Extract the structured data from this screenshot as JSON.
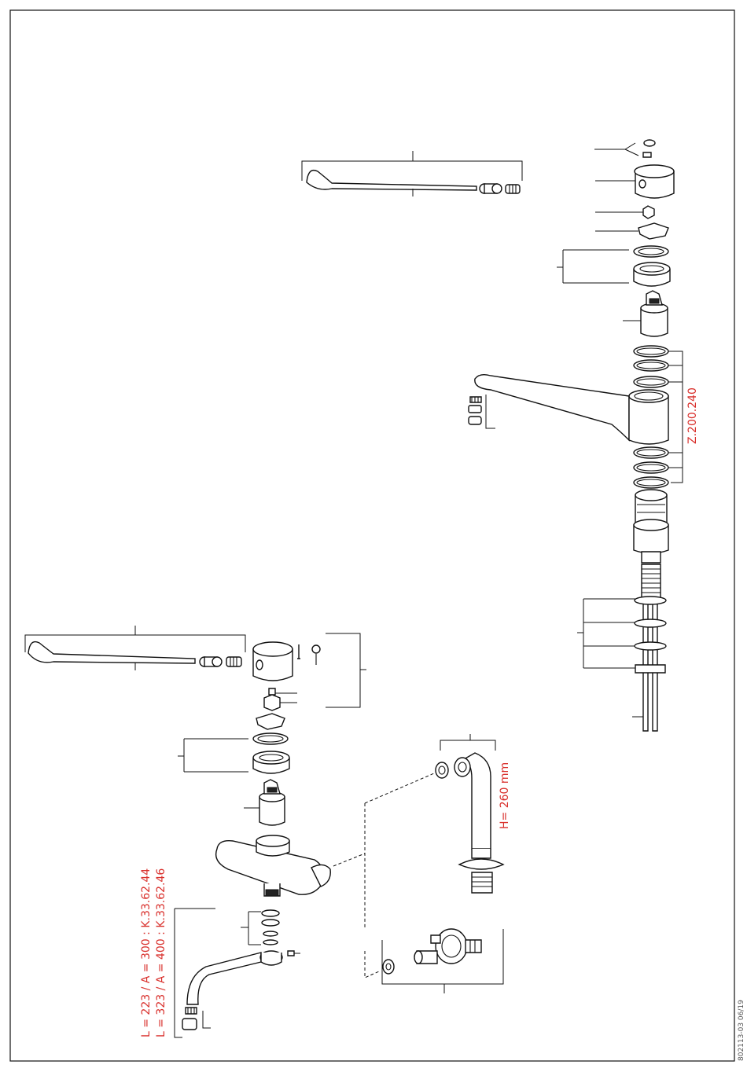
{
  "labels": {
    "upper_kit_code": "Z.200.240",
    "riser_height": "H= 260 mm",
    "spout_length_1": "L = 223 / A = 300 : K.33.62.44",
    "spout_length_2": "L = 323 / A = 400 : K.33.62.46"
  },
  "document_code": "802113-03 06/19",
  "colors": {
    "annotation": "#d9302c",
    "line": "#111111",
    "paper": "#ffffff"
  }
}
